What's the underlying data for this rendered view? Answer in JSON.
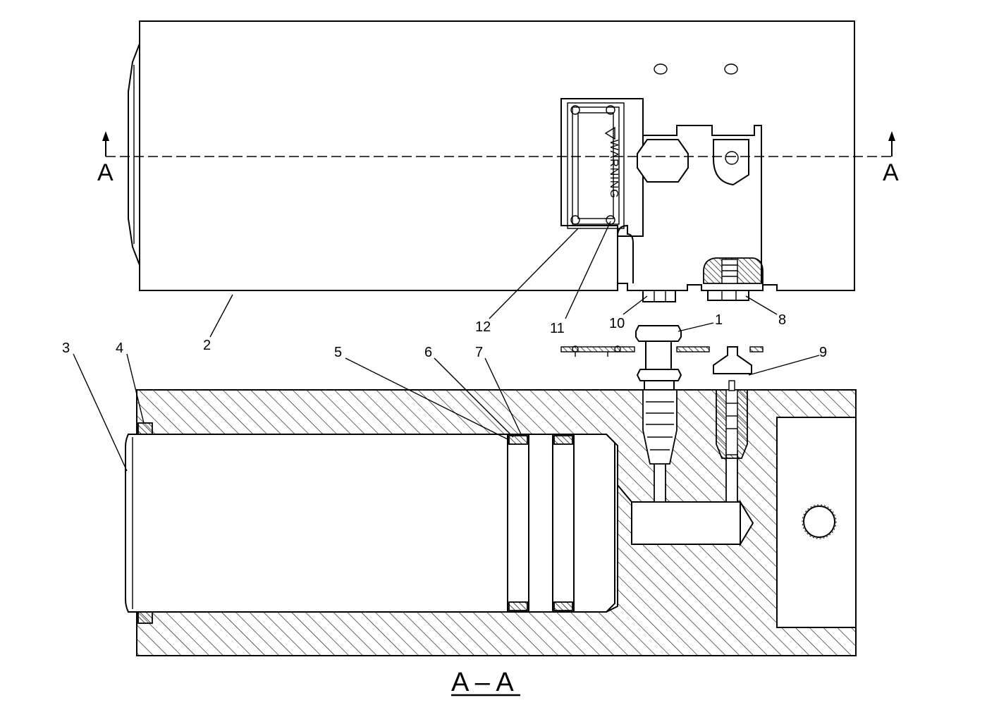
{
  "section_marker": "A",
  "section_title": "A – A",
  "warning_text": "WARNING",
  "callouts": [
    "1",
    "2",
    "3",
    "4",
    "5",
    "6",
    "7",
    "8",
    "9",
    "10",
    "11",
    "12"
  ]
}
